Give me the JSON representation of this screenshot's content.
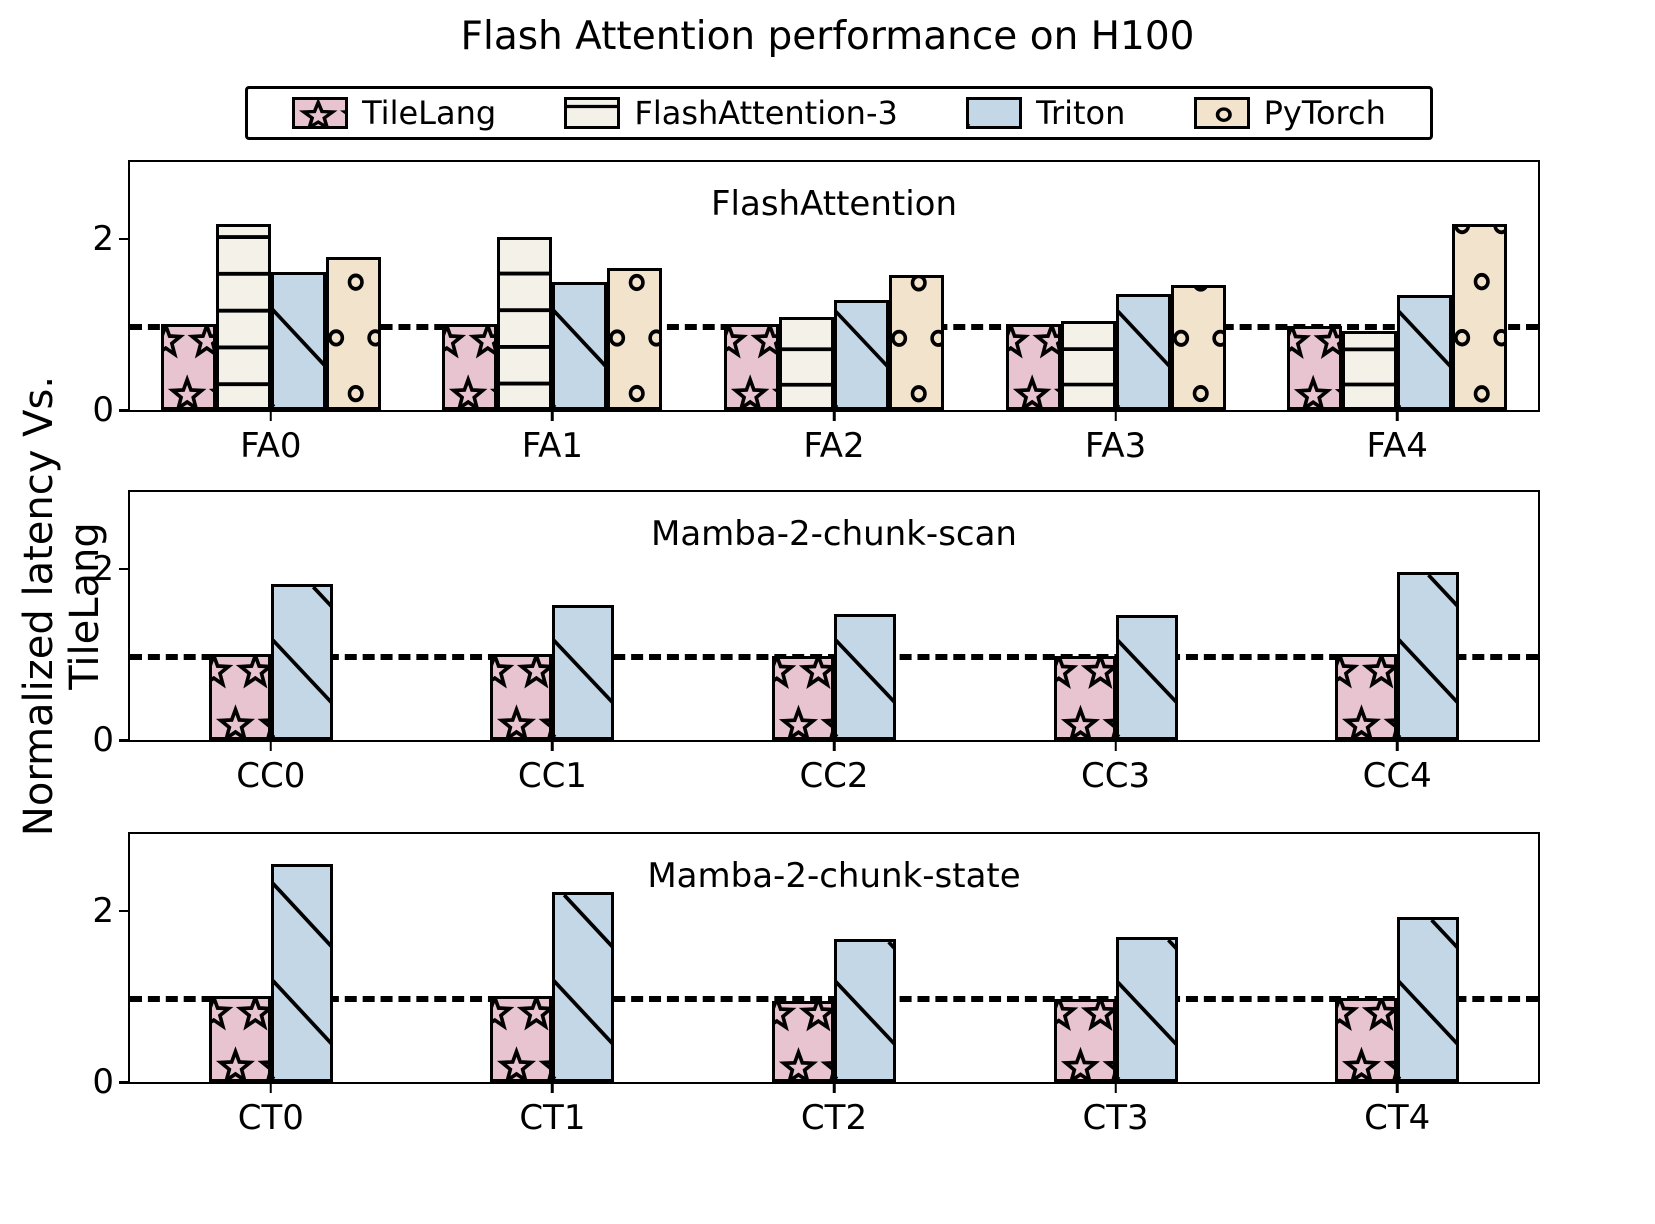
{
  "title": "Flash Attention performance on H100",
  "ylabel": "Normalized latency Vs. TileLang",
  "legend": [
    {
      "label": "TileLang",
      "color": "#e8c4d0",
      "hatch": "star"
    },
    {
      "label": "FlashAttention-3",
      "color": "#f4f1e8",
      "hatch": "hline"
    },
    {
      "label": "Triton",
      "color": "#c3d7e6",
      "hatch": "diag"
    },
    {
      "label": "PyTorch",
      "color": "#f2e3cc",
      "hatch": "circle"
    }
  ],
  "baseline_value": 1,
  "chart_data": [
    {
      "type": "bar",
      "title": "FlashAttention",
      "categories": [
        "FA0",
        "FA1",
        "FA2",
        "FA3",
        "FA4"
      ],
      "series": [
        {
          "name": "TileLang",
          "values": [
            1.0,
            1.0,
            1.0,
            1.0,
            0.98
          ]
        },
        {
          "name": "FlashAttention-3",
          "values": [
            2.18,
            2.02,
            1.09,
            1.04,
            0.92
          ]
        },
        {
          "name": "Triton",
          "values": [
            1.61,
            1.5,
            1.29,
            1.36,
            1.35
          ]
        },
        {
          "name": "PyTorch",
          "values": [
            1.79,
            1.66,
            1.58,
            1.46,
            2.18
          ]
        }
      ],
      "xlabel": "",
      "ylabel": "",
      "ylim": [
        0,
        2.9
      ],
      "yticks": [
        0,
        2
      ],
      "grid": false
    },
    {
      "type": "bar",
      "title": "Mamba-2-chunk-scan",
      "categories": [
        "CC0",
        "CC1",
        "CC2",
        "CC3",
        "CC4"
      ],
      "series": [
        {
          "name": "TileLang",
          "values": [
            1.0,
            1.0,
            0.98,
            0.98,
            1.0
          ]
        },
        {
          "name": "Triton",
          "values": [
            1.83,
            1.58,
            1.47,
            1.46,
            1.97
          ]
        }
      ],
      "xlabel": "",
      "ylabel": "",
      "ylim": [
        0,
        2.9
      ],
      "yticks": [
        0,
        2
      ],
      "grid": false
    },
    {
      "type": "bar",
      "title": "Mamba-2-chunk-state",
      "categories": [
        "CT0",
        "CT1",
        "CT2",
        "CT3",
        "CT4"
      ],
      "series": [
        {
          "name": "TileLang",
          "values": [
            1.0,
            1.0,
            0.95,
            0.97,
            0.98
          ]
        },
        {
          "name": "Triton",
          "values": [
            2.55,
            2.22,
            1.67,
            1.7,
            1.93
          ]
        }
      ],
      "xlabel": "",
      "ylabel": "",
      "ylim": [
        0,
        2.9
      ],
      "yticks": [
        0,
        2
      ],
      "grid": false
    }
  ]
}
